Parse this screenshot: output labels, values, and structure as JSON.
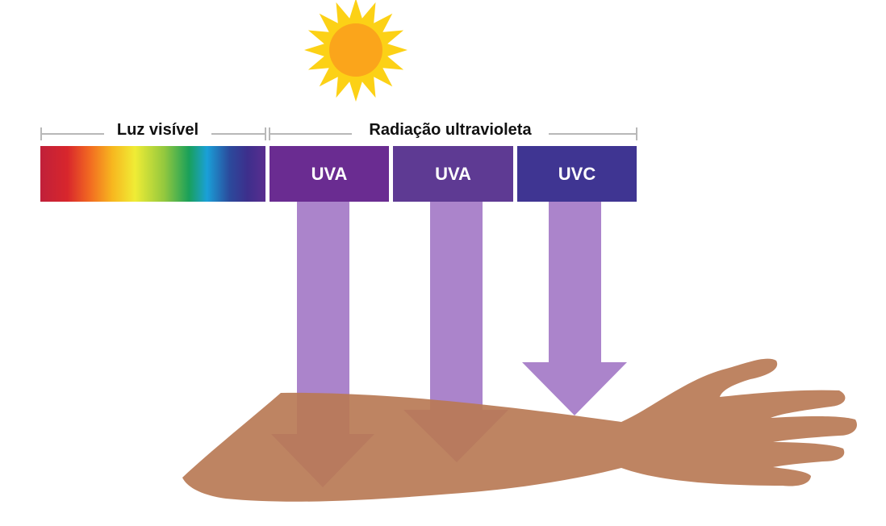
{
  "labels": {
    "visible_light": "Luz visível",
    "uv_radiation": "Radiação ultravioleta"
  },
  "bands": [
    {
      "label": "UVA",
      "color": "#6a2c91"
    },
    {
      "label": "UVA",
      "color": "#5e3a93"
    },
    {
      "label": "UVC",
      "color": "#3f3592"
    }
  ],
  "colors": {
    "sun_core": "#fba51b",
    "sun_rays": "#fcd116",
    "arrow": "#9c6fc2",
    "skin": "#b87a55",
    "bracket_line": "#b8b8b8"
  },
  "icons": {
    "sun": "sun-icon",
    "arm": "arm-illustration"
  }
}
